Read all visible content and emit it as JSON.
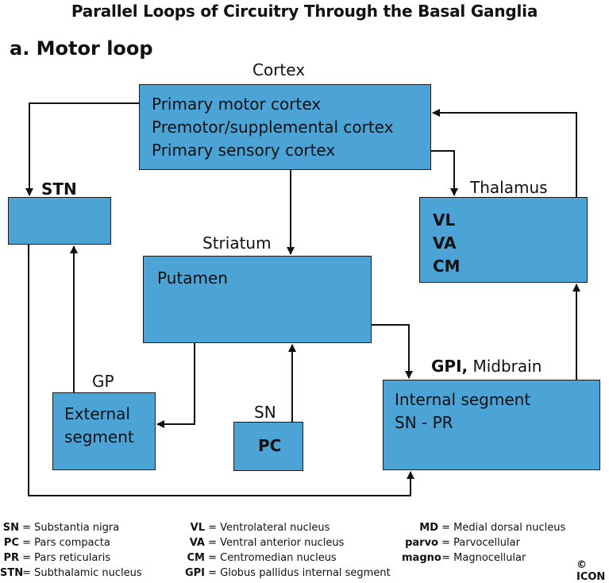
{
  "title": "Parallel Loops of Circuitry Through the Basal Ganglia",
  "subtitle": "a. Motor loop",
  "nodes": {
    "cortex": {
      "label": "Cortex",
      "lines": [
        "Primary motor cortex",
        "Premotor/supplemental cortex",
        "Primary sensory cortex"
      ]
    },
    "stn": {
      "label": "STN"
    },
    "thalamus": {
      "label": "Thalamus",
      "lines": [
        "VL",
        "VA",
        "CM"
      ]
    },
    "striatum": {
      "label": "Striatum",
      "lines": [
        "Putamen"
      ]
    },
    "gp": {
      "label": "GP",
      "lines": [
        "External",
        "segment"
      ]
    },
    "sn": {
      "label": "SN",
      "lines": [
        "PC"
      ]
    },
    "gpi": {
      "label_bold": "GPI,",
      "label_rest": " Midbrain",
      "lines": [
        "Internal segment",
        "SN - PR"
      ]
    }
  },
  "legend": {
    "col1": [
      {
        "abbr": "SN",
        "def": "= Substantia nigra"
      },
      {
        "abbr": "PC",
        "def": "= Pars compacta"
      },
      {
        "abbr": "PR",
        "def": "= Pars reticularis"
      },
      {
        "abbr": "STN",
        "def": "= Subthalamic nucleus"
      }
    ],
    "col2": [
      {
        "abbr": "VL",
        "def": "= Ventrolateral nucleus"
      },
      {
        "abbr": "VA",
        "def": "= Ventral anterior nucleus"
      },
      {
        "abbr": "CM",
        "def": "= Centromedian nucleus"
      },
      {
        "abbr": "GPI",
        "def": "= Globus pallidus internal segment"
      }
    ],
    "col3": [
      {
        "abbr": "MD",
        "def": "= Medial dorsal nucleus"
      },
      {
        "abbr": "parvo",
        "def": "= Parvocellular"
      },
      {
        "abbr": "magno",
        "def": "= Magnocellular"
      }
    ]
  },
  "copyright": "© ICON",
  "colors": {
    "box_fill": "#4ba3d6",
    "border": "#1a1a1a"
  }
}
